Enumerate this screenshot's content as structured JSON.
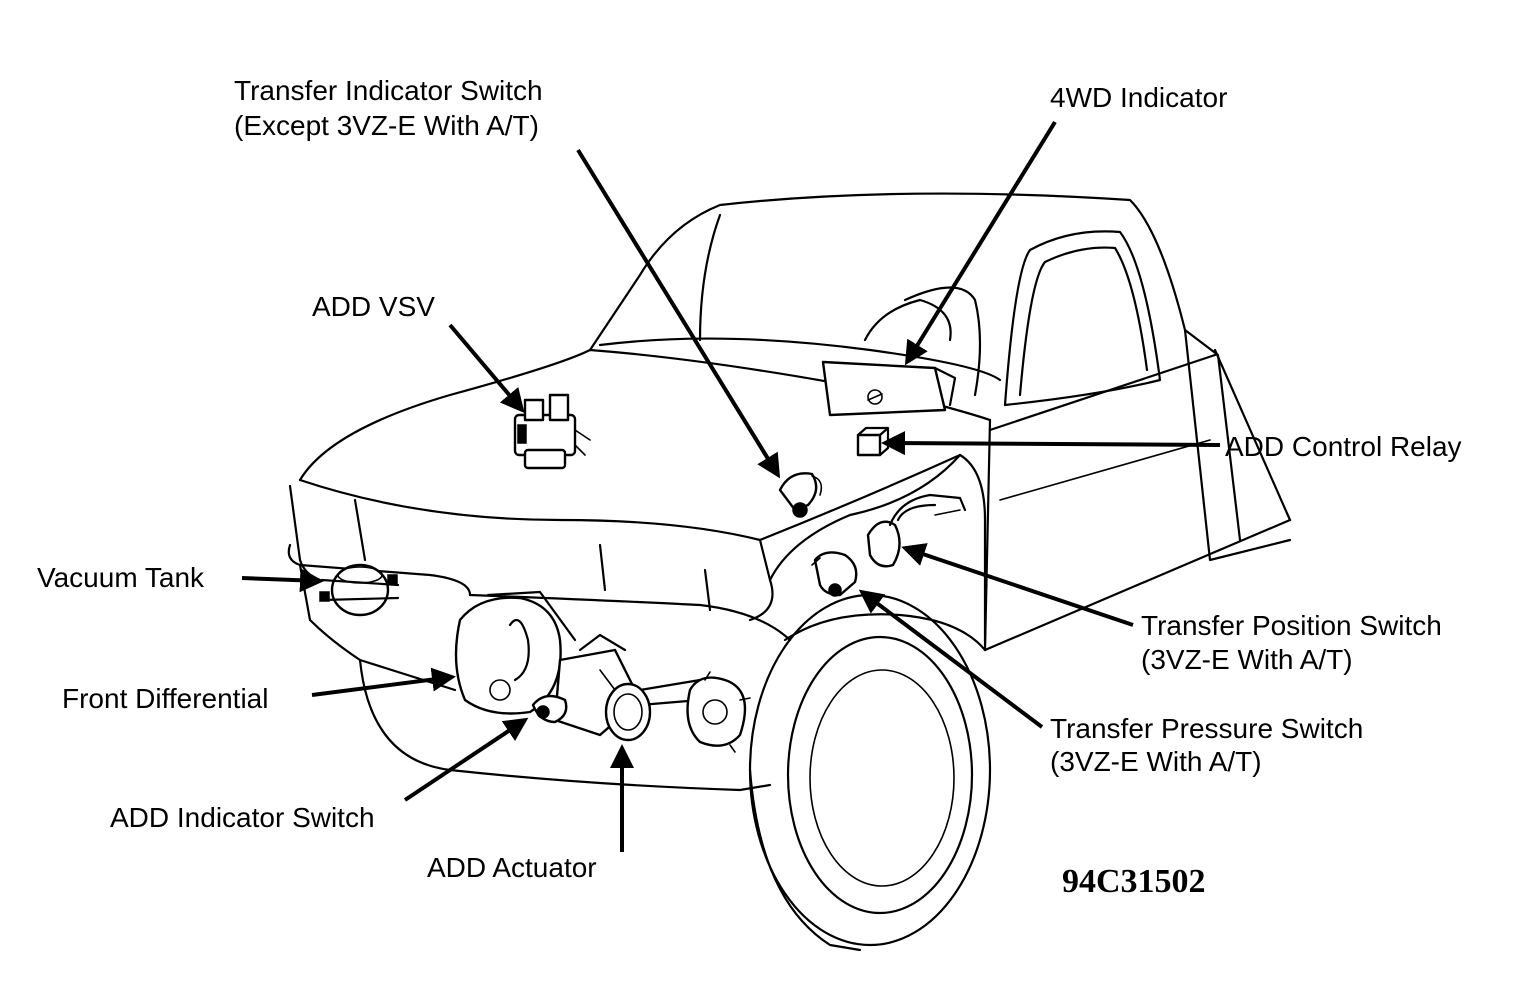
{
  "labels": {
    "transfer_indicator_switch": [
      "Transfer Indicator Switch",
      "(Except 3VZ-E With A/T)"
    ],
    "four_wd_indicator": "4WD Indicator",
    "add_vsv": "ADD VSV",
    "add_control_relay": "ADD Control Relay",
    "vacuum_tank": "Vacuum Tank",
    "transfer_position_switch": [
      "Transfer Position Switch",
      "(3VZ-E With A/T)"
    ],
    "front_differential": "Front Differential",
    "transfer_pressure_switch": [
      "Transfer Pressure Switch",
      "(3VZ-E With A/T)"
    ],
    "add_indicator_switch": "ADD Indicator Switch",
    "add_actuator": "ADD Actuator"
  },
  "figure_code": "94C31502"
}
